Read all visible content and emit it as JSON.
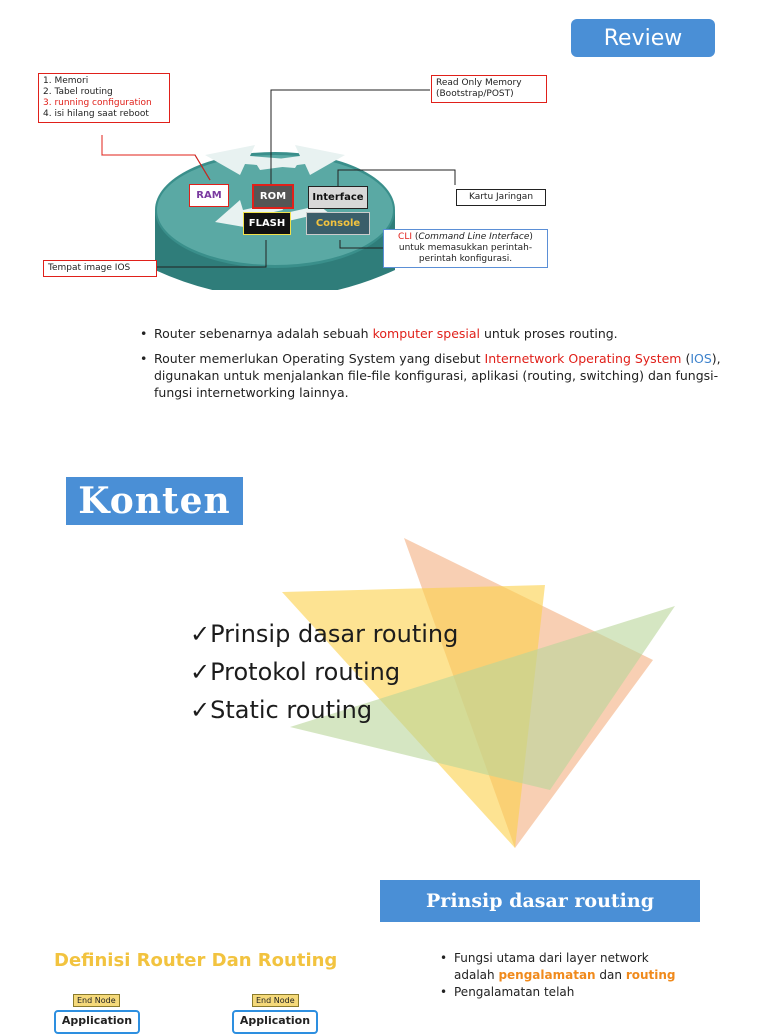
{
  "slide1": {
    "badge": "Review",
    "callouts": {
      "ram_list": [
        "1. Memori",
        "2. Tabel routing",
        "3. running configuration",
        "4. isi hilang saat reboot"
      ],
      "rom_line1": "Read Only Memory",
      "rom_line2": "(Bootstrap/POST)",
      "kartu": "Kartu Jaringan",
      "ios": "Tempat image IOS",
      "cli_a": "CLI",
      "cli_b": "(",
      "cli_c": "Command Line Interface",
      "cli_d": ") untuk memasukkan perintah-perintah konfigurasi."
    },
    "components": {
      "ram": "RAM",
      "rom": "ROM",
      "interface": "Interface",
      "flash": "FLASH",
      "console": "Console"
    },
    "bullet1": {
      "pre": "Router sebenarnya adalah sebuah ",
      "hl": "komputer spesial",
      "post": " untuk proses routing."
    },
    "bullet2": {
      "pre": "Router memerlukan Operating System yang disebut ",
      "hl": "Internetwork Operating System",
      "p1": " (",
      "ios": "IOS",
      "post": "), digunakan untuk menjalankan file-file konfigurasi, aplikasi (routing, switching) dan fungsi-fungsi internetworking lainnya."
    }
  },
  "slide2": {
    "badge": "Konten",
    "items": [
      "✓Prinsip dasar routing",
      "✓Protokol routing",
      "✓Static routing"
    ]
  },
  "slide3": {
    "badge": "Prinsip dasar routing",
    "def_title": "Definisi Router Dan Routing",
    "end_node": "End Node",
    "application": "Application",
    "b1_pre": "Fungsi utama dari layer network adalah ",
    "b1_hl1": "pengalamatan",
    "b1_mid": " dan ",
    "b1_hl2": "routing",
    "b2": "Pengalamatan telah"
  },
  "colors": {
    "accent": "#4a8fd6",
    "highlight_red": "#e0201a",
    "highlight_orange": "#f08a1c",
    "title_yellow": "#f2c33f"
  }
}
